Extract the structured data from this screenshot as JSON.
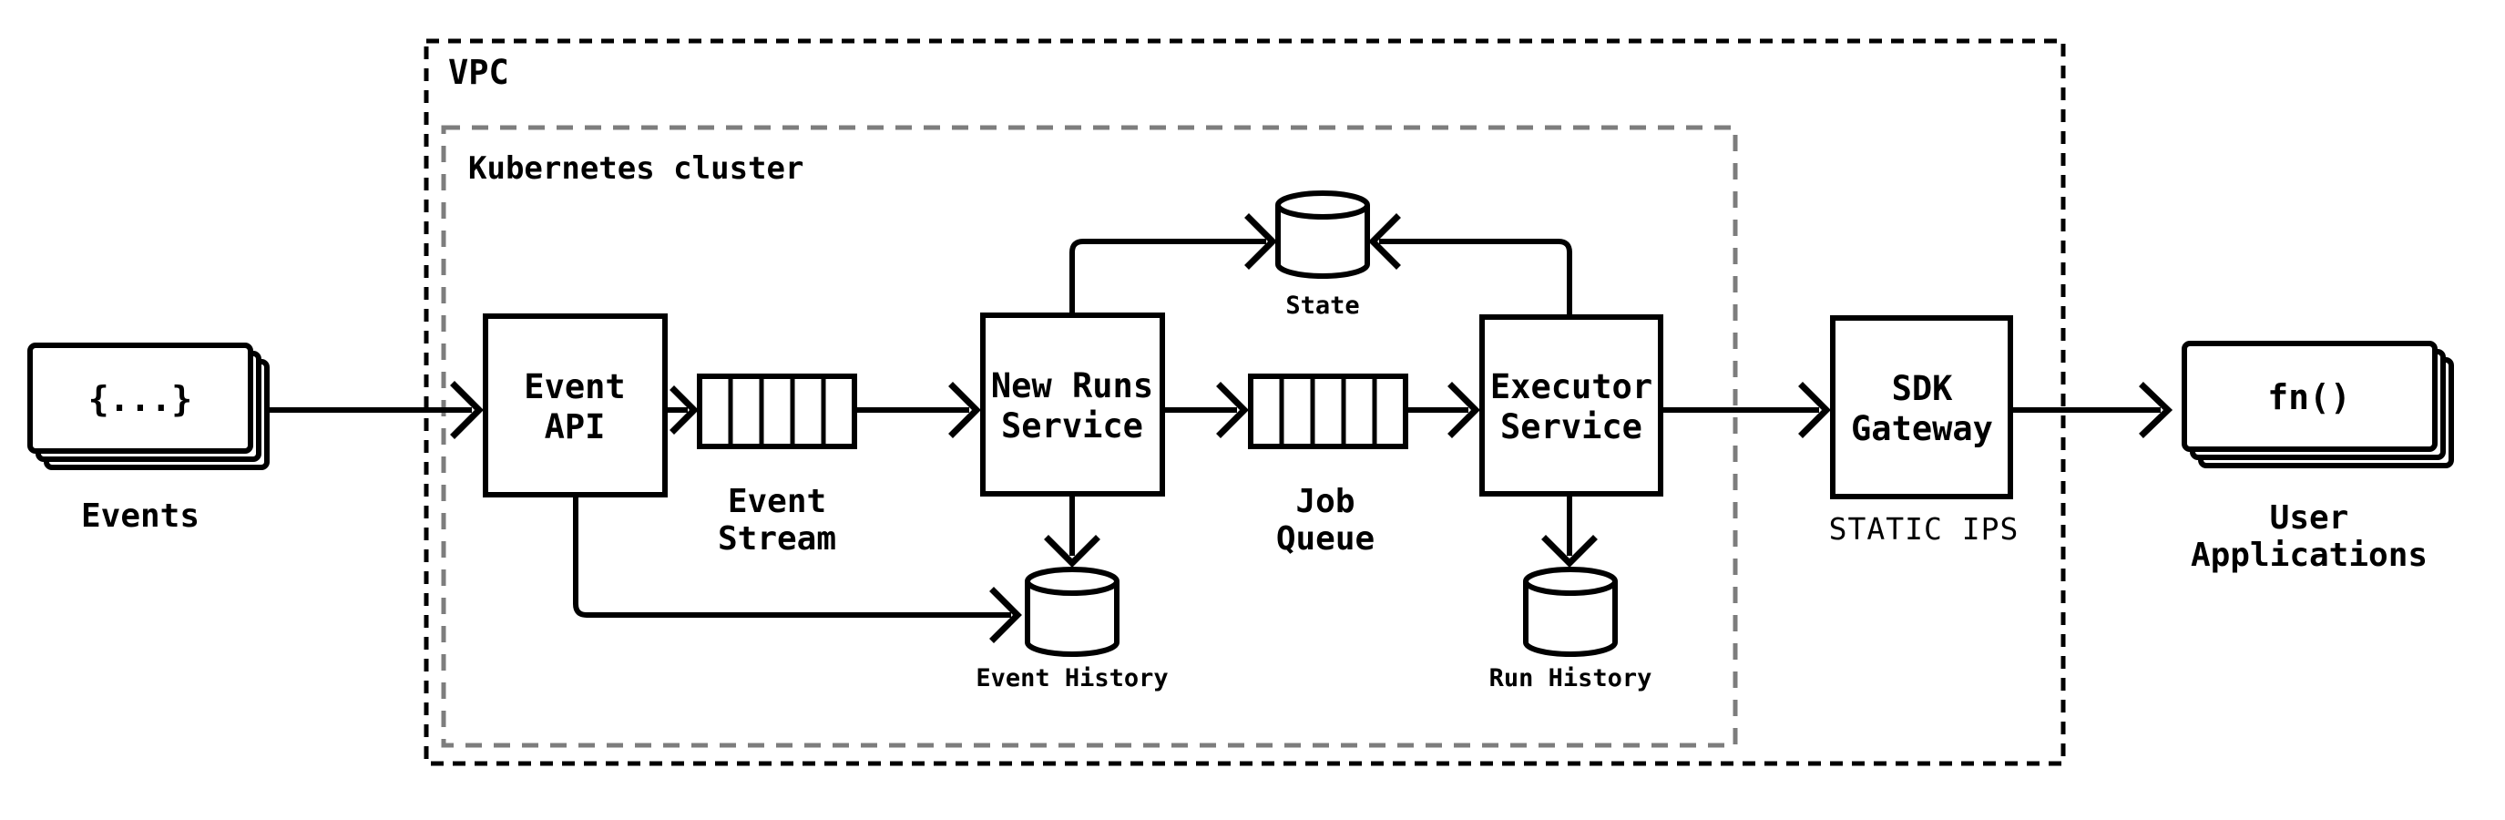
{
  "diagram": {
    "vpc_label": "VPC",
    "k8s_label": "Kubernetes cluster",
    "events": {
      "code": "{...}",
      "label": "Events"
    },
    "event_api": {
      "line1": "Event",
      "line2": "API"
    },
    "event_stream": {
      "label1": "Event",
      "label2": "Stream"
    },
    "new_runs_service": {
      "line1": "New Runs",
      "line2": "Service"
    },
    "job_queue": {
      "label1": "Job",
      "label2": "Queue"
    },
    "executor_service": {
      "line1": "Executor",
      "line2": "Service"
    },
    "state": {
      "label": "State"
    },
    "event_history": {
      "label": "Event History"
    },
    "run_history": {
      "label": "Run History"
    },
    "sdk_gateway": {
      "line1": "SDK",
      "line2": "Gateway",
      "caption": "STATIC IPS"
    },
    "user_applications": {
      "code": "fn()",
      "label1": "User",
      "label2": "Applications"
    },
    "colors": {
      "ink": "#000000",
      "cluster_border": "#7d7d7d",
      "background": "#ffffff"
    }
  }
}
